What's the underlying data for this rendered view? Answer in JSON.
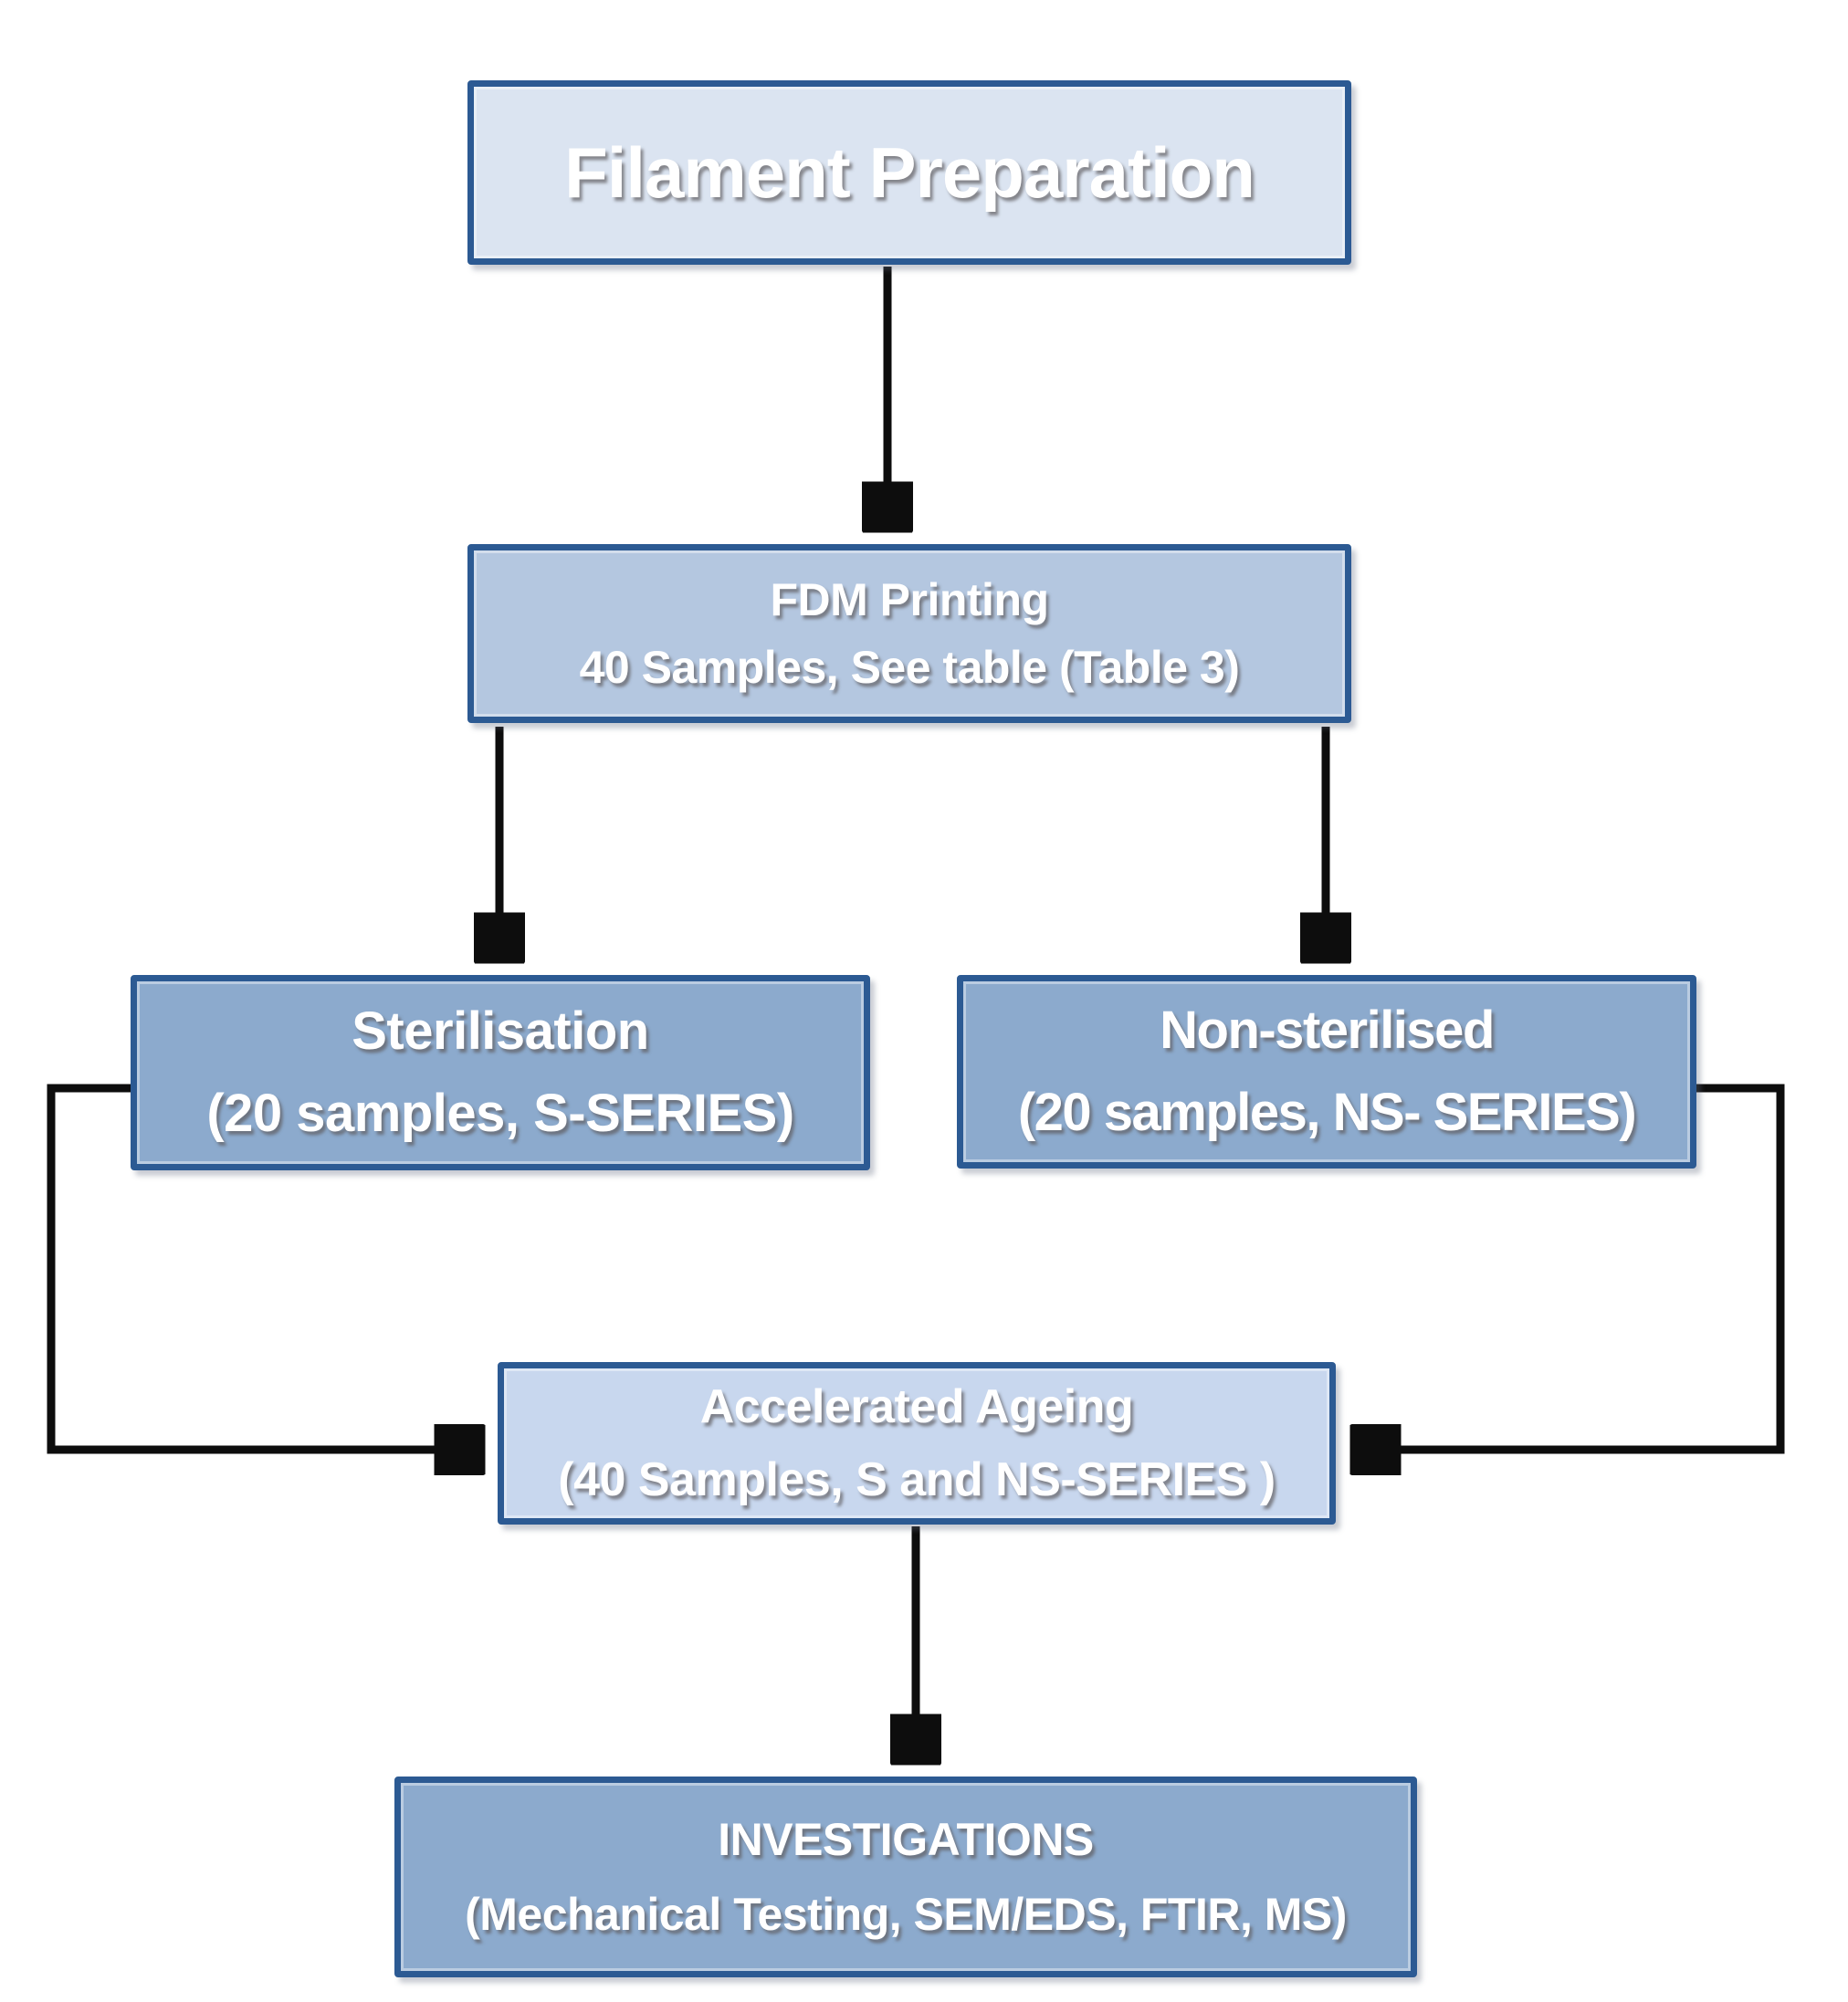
{
  "figure": {
    "type": "flowchart",
    "title": "Experimental workflow flowchart",
    "nodes": [
      {
        "id": "filament-preparation",
        "line1": "Filament Preparation",
        "line2": ""
      },
      {
        "id": "fdm-printing",
        "line1": "FDM Printing",
        "line2": "40 Samples, See table (Table 3)"
      },
      {
        "id": "sterilisation",
        "line1": "Sterilisation",
        "line2": "(20 samples, S-SERIES)"
      },
      {
        "id": "non-sterilised",
        "line1": "Non-sterilised",
        "line2": "(20 samples, NS- SERIES)"
      },
      {
        "id": "accelerated-ageing",
        "line1": "Accelerated Ageing",
        "line2": "(40 Samples, S and NS-SERIES )"
      },
      {
        "id": "investigations",
        "line1": "INVESTIGATIONS",
        "line2": "(Mechanical Testing, SEM/EDS, FTIR, MS)"
      }
    ],
    "edges": [
      {
        "from": "filament-preparation",
        "to": "fdm-printing"
      },
      {
        "from": "fdm-printing",
        "to": "sterilisation"
      },
      {
        "from": "fdm-printing",
        "to": "non-sterilised"
      },
      {
        "from": "sterilisation",
        "to": "accelerated-ageing"
      },
      {
        "from": "non-sterilised",
        "to": "accelerated-ageing"
      },
      {
        "from": "accelerated-ageing",
        "to": "investigations"
      }
    ],
    "colors": {
      "background": "#ffffff",
      "border": "#2c5a93",
      "arrow": "#0d0d0d",
      "fill_light": "#dbe4f1",
      "fill_soft": "#c8d7ee",
      "fill_medium": "#b4c7e0",
      "fill_dark": "#8caacd",
      "text": "#ffffff"
    }
  }
}
